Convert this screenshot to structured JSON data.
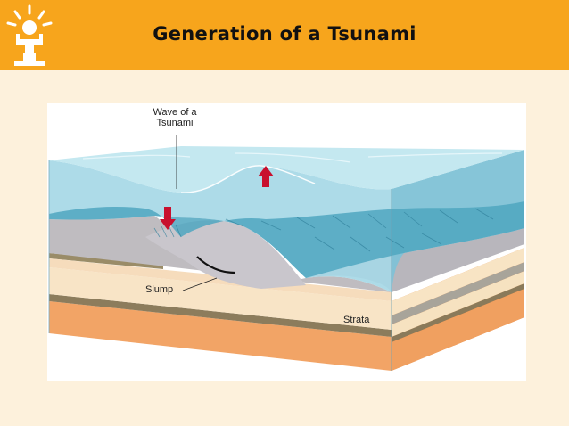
{
  "slide": {
    "title": "Generation of a Tsunami"
  },
  "diagram": {
    "labels": {
      "wave_line1": "Wave of a",
      "wave_line2": "Tsunami",
      "slump": "Slump",
      "strata": "Strata"
    },
    "arrows": [
      {
        "direction": "up",
        "color": "#c8102e"
      },
      {
        "direction": "down",
        "color": "#c8102e"
      }
    ]
  },
  "colors": {
    "header": "#f7a51c",
    "background": "#fdf1dc",
    "water": "#8fd0e0",
    "arrow": "#c8102e"
  },
  "icons": {
    "logo": "figure-with-sun-icon"
  }
}
